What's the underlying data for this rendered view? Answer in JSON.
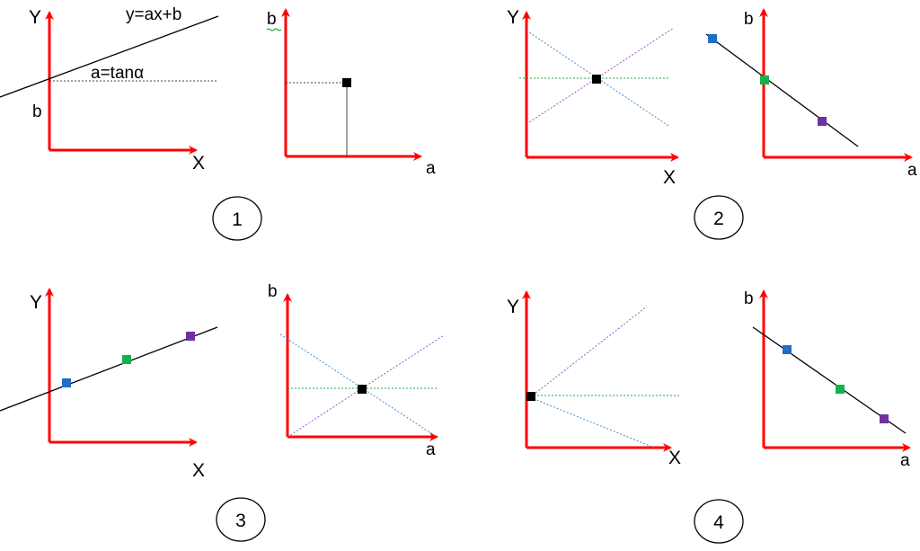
{
  "colors": {
    "axis": "#ff0000",
    "line": "#000000",
    "blue": "#1f6fc4",
    "green": "#14b14b",
    "purple": "#7030a0",
    "black_point": "#000000",
    "dash_blue": "#3d8fd6",
    "dash_green": "#22aa44",
    "dash_purple": "#9955cc",
    "dash_grey": "#444444",
    "squiggle": "#00a000"
  },
  "panel1": {
    "xy_axis_y": "Y",
    "xy_axis_x": "X",
    "equation": "y=ax+b",
    "slope_label": "a=tanα",
    "intercept_label": "b",
    "ab_axis_b": "b",
    "ab_axis_a": "a",
    "number": "1"
  },
  "panel2": {
    "xy_axis_y": "Y",
    "xy_axis_x": "X",
    "ab_axis_b": "b",
    "ab_axis_a": "a",
    "number": "2"
  },
  "panel3": {
    "xy_axis_y": "Y",
    "xy_axis_x": "X",
    "ab_axis_b": "b",
    "ab_axis_a": "a",
    "number": "3"
  },
  "panel4": {
    "xy_axis_y": "Y",
    "xy_axis_x": "X",
    "ab_axis_b": "b",
    "ab_axis_a": "a",
    "number": "4"
  }
}
